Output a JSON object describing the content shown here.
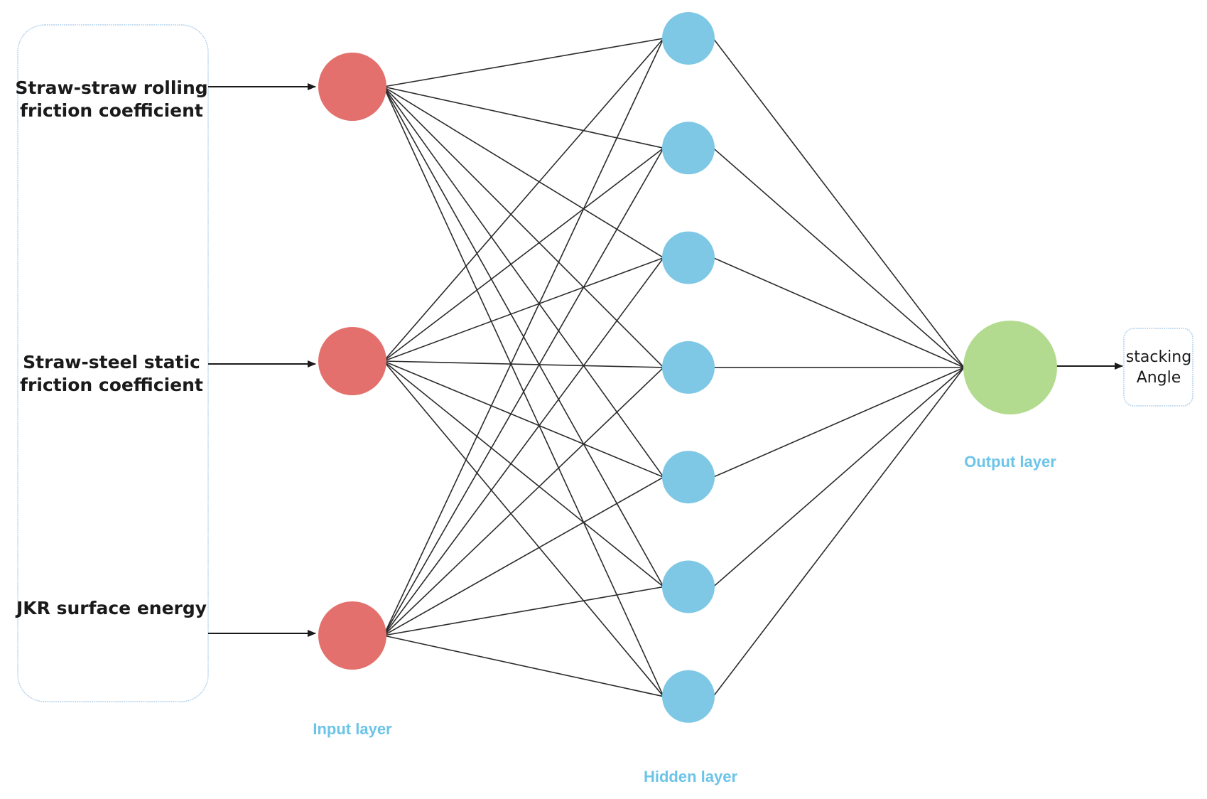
{
  "colors": {
    "input_node": "#e3706c",
    "hidden_node": "#7ec8e5",
    "output_node": "#b3db8f",
    "layer_label": "#6cc4e8",
    "edge": "#2b2b2b",
    "box_border": "#b7d4ee"
  },
  "inputs": [
    {
      "line1": "Straw-straw rolling",
      "line2": "friction coefficient"
    },
    {
      "line1": "Straw-steel static",
      "line2": "friction coefficient"
    },
    {
      "line1": "JKR surface energy",
      "line2": ""
    }
  ],
  "layers": {
    "input": "Input layer",
    "hidden": "Hidden layer",
    "output": "Output layer"
  },
  "network": {
    "input_nodes": 3,
    "hidden_nodes": 7,
    "output_nodes": 1
  },
  "output": {
    "line1": "stacking",
    "line2": "Angle"
  }
}
